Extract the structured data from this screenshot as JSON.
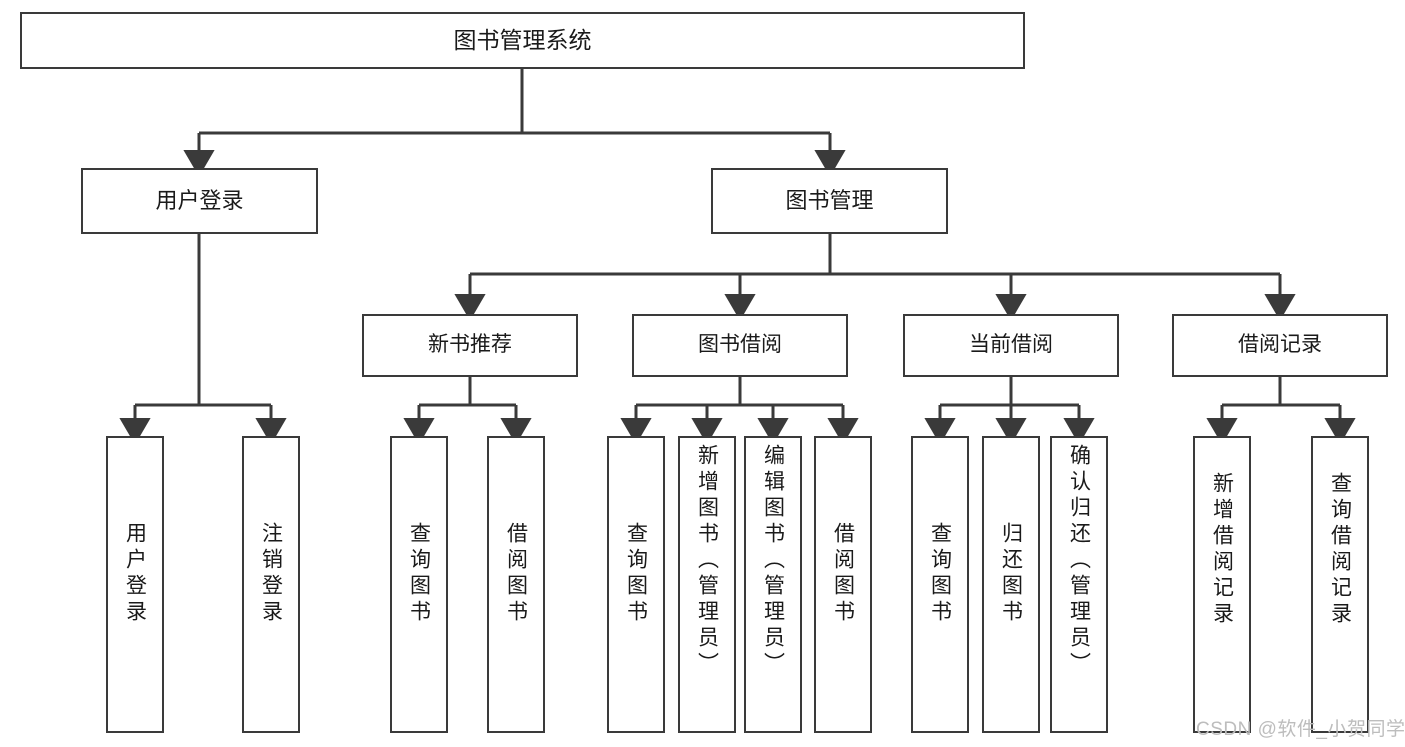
{
  "diagram": {
    "title": "图书管理系统",
    "levels": {
      "root": {
        "label": "图书管理系统"
      },
      "level2": [
        {
          "label": "用户登录"
        },
        {
          "label": "图书管理"
        }
      ],
      "level3": [
        {
          "label": "新书推荐"
        },
        {
          "label": "图书借阅"
        },
        {
          "label": "当前借阅"
        },
        {
          "label": "借阅记录"
        }
      ],
      "level4": [
        {
          "label": "用户登录"
        },
        {
          "label": "注销登录"
        },
        {
          "label": "查询图书"
        },
        {
          "label": "借阅图书"
        },
        {
          "label": "查询图书"
        },
        {
          "label": "新增图书（管理员）"
        },
        {
          "label": "编辑图书（管理员）"
        },
        {
          "label": "借阅图书"
        },
        {
          "label": "查询图书"
        },
        {
          "label": "归还图书"
        },
        {
          "label": "确认归还（管理员）"
        },
        {
          "label": "新增借阅记录"
        },
        {
          "label": "查询借阅记录"
        }
      ]
    }
  },
  "watermark": {
    "text": "CSDN @软件_小贺同学"
  },
  "colors": {
    "border": "#3a3a3a",
    "background": "#ffffff",
    "text": "#1a1a1a",
    "watermark": "#bdbdbd"
  }
}
